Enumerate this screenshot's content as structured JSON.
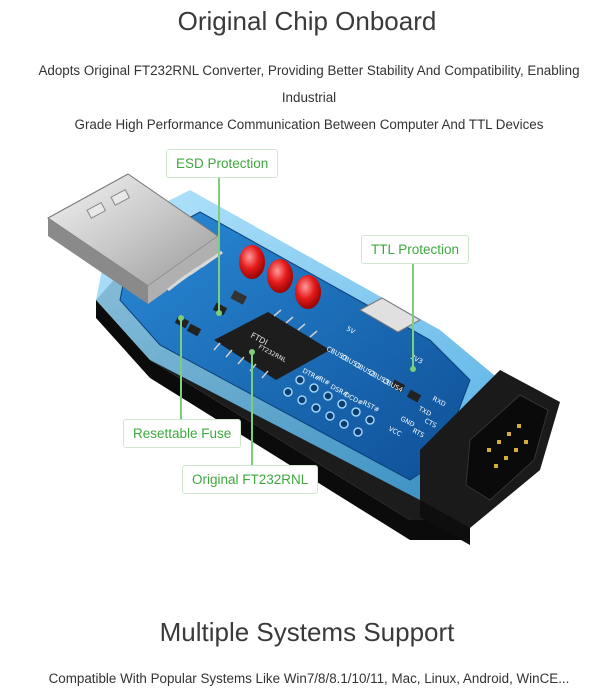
{
  "top": {
    "title": "Original Chip Onboard",
    "description_line1": "Adopts Original FT232RNL Converter, Providing Better Stability And Compatibility, Enabling Industrial",
    "description_line2": "Grade High Performance Communication Between Computer And TTL Devices"
  },
  "callouts": {
    "esd": "ESD Protection",
    "ttl": "TTL Protection",
    "fuse": "Resettable Fuse",
    "chip": "Original FT232RNL"
  },
  "chip_text": {
    "brand": "FTDI",
    "model": "FT232RNL"
  },
  "silkscreen": {
    "labels": [
      "DTR#",
      "RI#",
      "DSR#",
      "DCD#",
      "CBUS0",
      "CBUS1",
      "CBUS2",
      "CBUS3",
      "CBUS4",
      "RST#",
      "3V3",
      "5V",
      "VCC",
      "GND",
      "TXD",
      "RXD",
      "RTS",
      "CTS"
    ]
  },
  "bottom": {
    "title": "Multiple Systems Support",
    "description": "Compatible With Popular Systems Like Win7/8/8.1/10/11, Mac, Linux, Android, WinCE..."
  },
  "colors": {
    "callout_text": "#3ea83e",
    "board_blue": "#1a72c7",
    "shell_blue": "#6fc6f2",
    "led_red": "#e51b1b"
  }
}
